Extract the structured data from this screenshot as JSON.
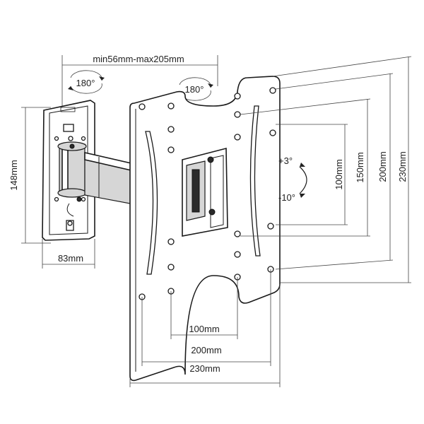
{
  "dimensions": {
    "arm_extension": "min56mm-max205mm",
    "wall_plate_height": "148mm",
    "wall_plate_width": "83mm",
    "horizontal_100": "100mm",
    "horizontal_200": "200mm",
    "horizontal_230": "230mm",
    "vertical_100": "100mm",
    "vertical_150": "150mm",
    "vertical_200": "200mm",
    "vertical_230": "230mm"
  },
  "rotation": {
    "swivel_wall": "180°",
    "swivel_plate": "180°",
    "tilt_up": "+3°",
    "tilt_down": "-10°"
  }
}
